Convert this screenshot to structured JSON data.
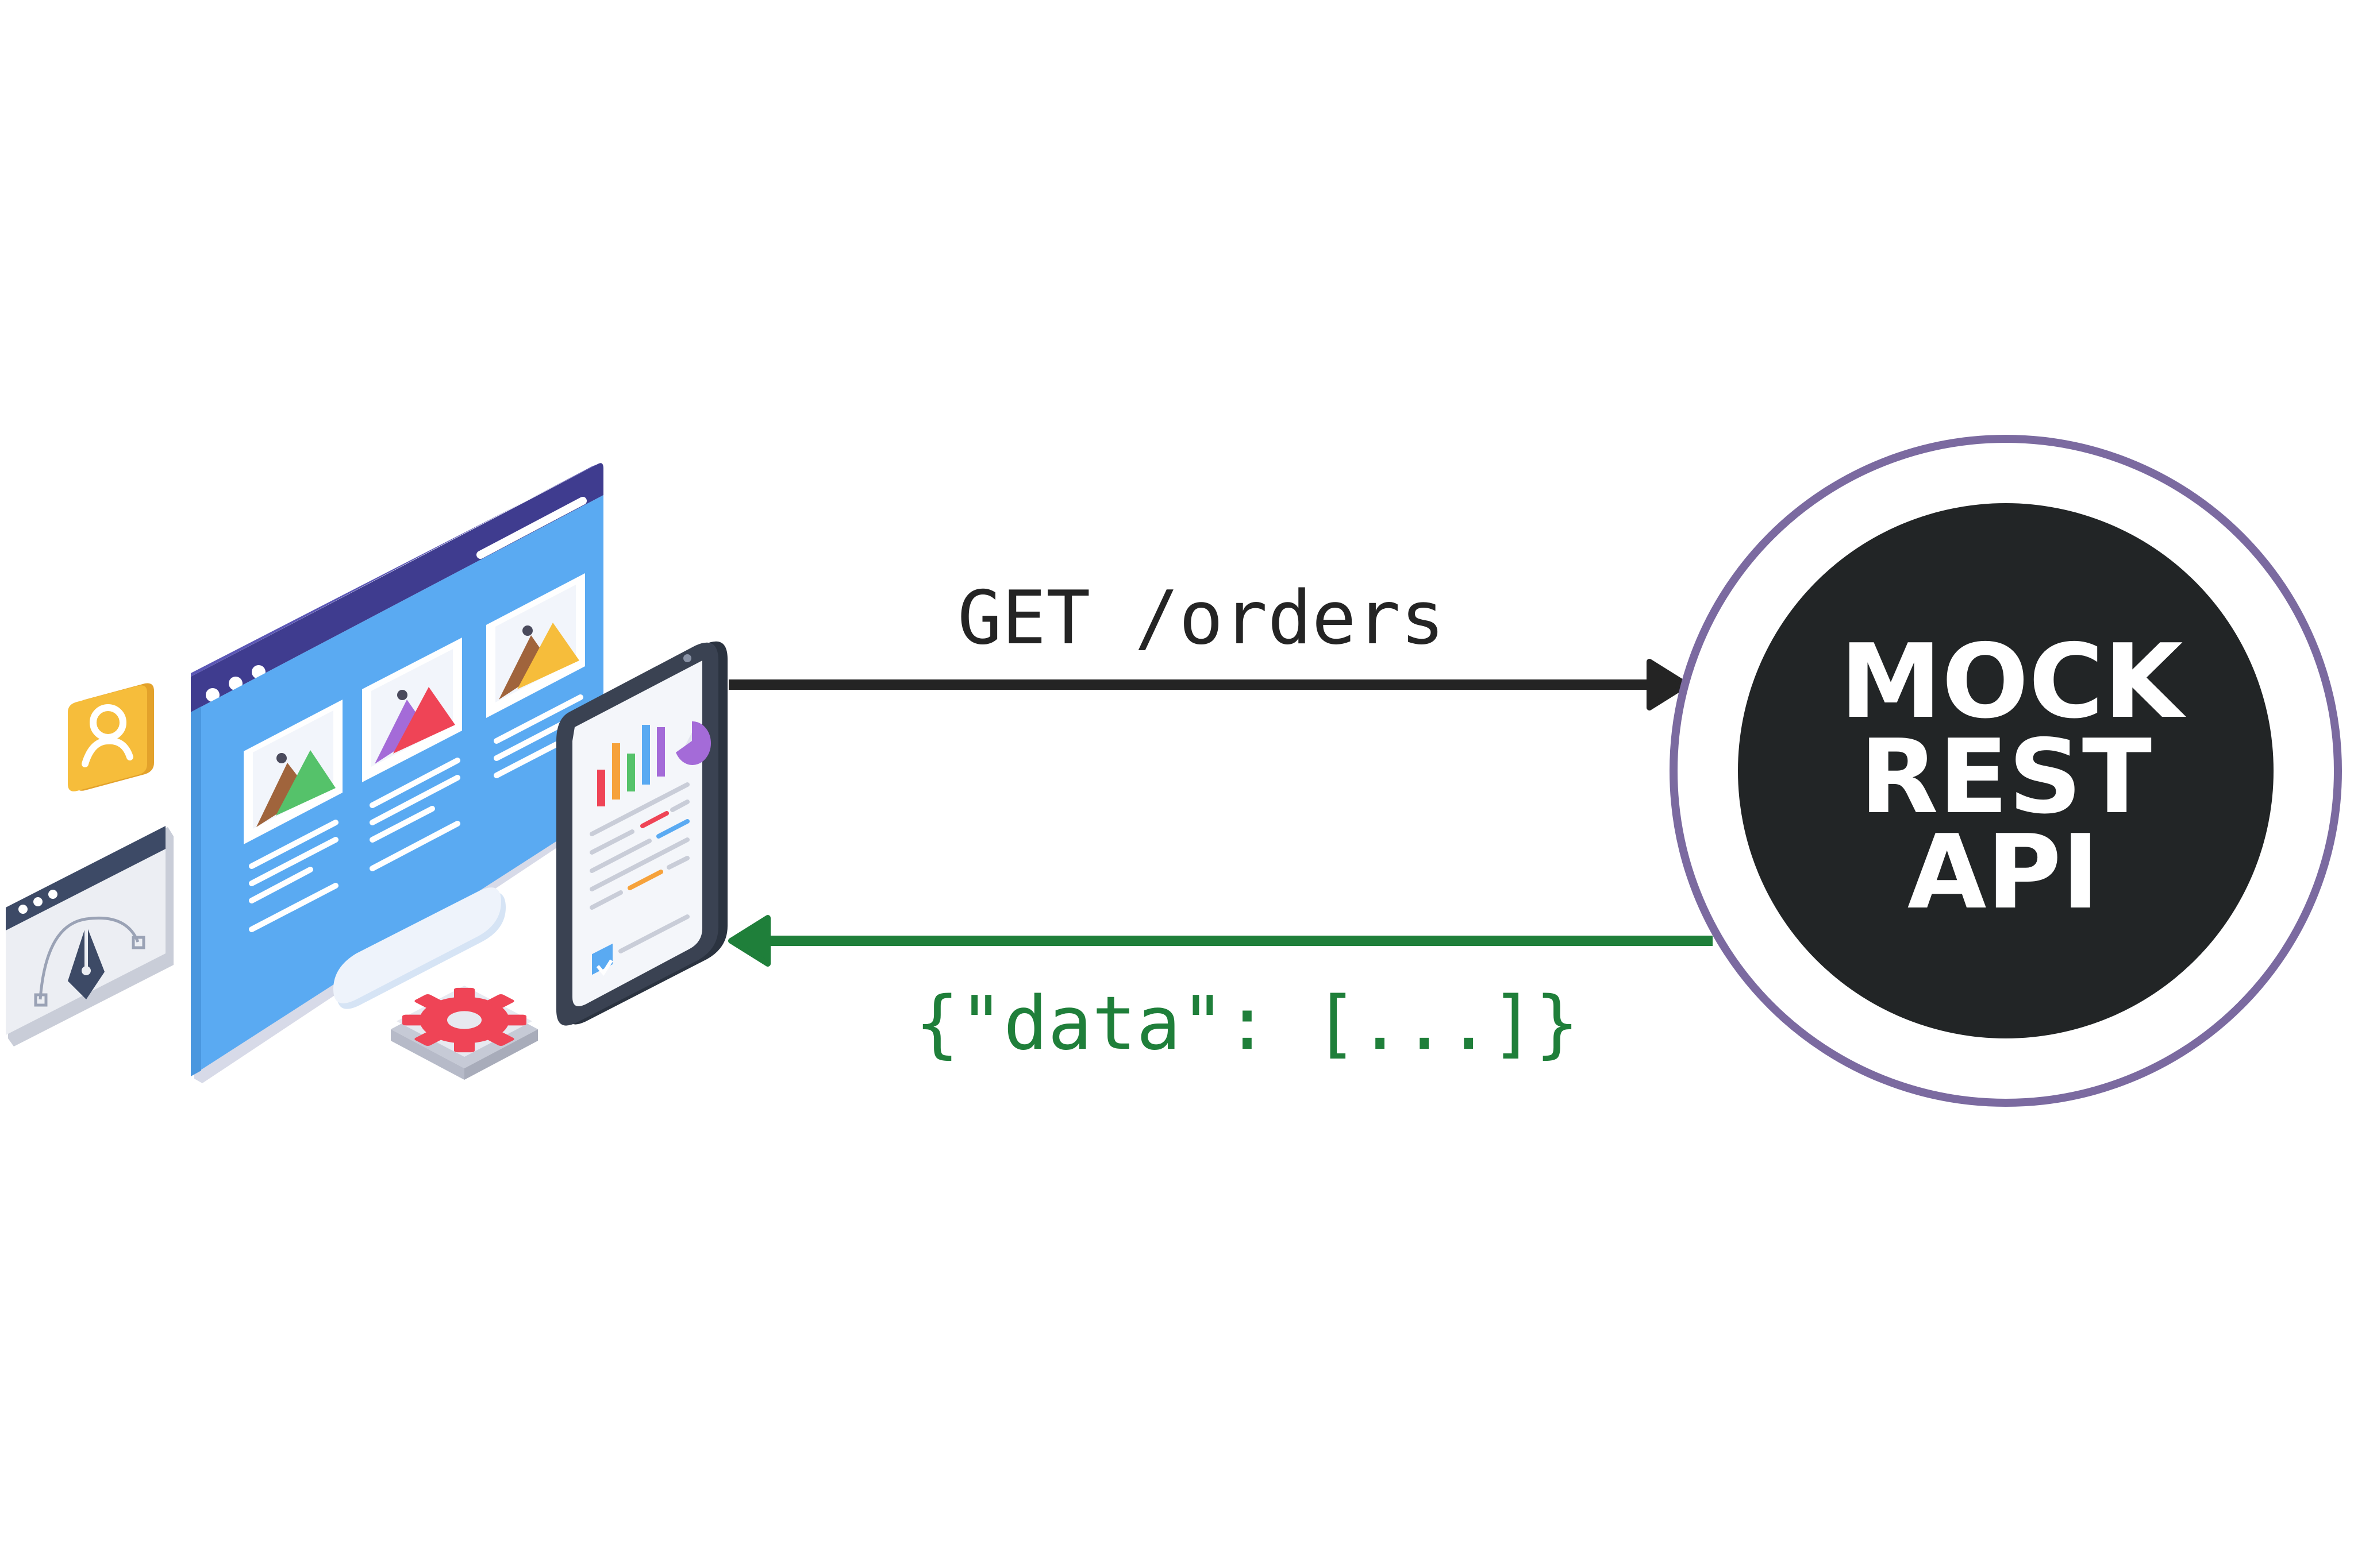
{
  "diagram": {
    "request": {
      "label": "GET /orders",
      "color": "#242424"
    },
    "response": {
      "label": "{\"data\": [...]}",
      "color": "#1f7f3a"
    },
    "server": {
      "lines": [
        "MOCK",
        "REST",
        "API"
      ],
      "fill": "#222526",
      "ring_color": "#7b6aa0",
      "text_color": "#ffffff"
    },
    "client": {
      "description_icons": [
        "browser-window-icon",
        "smartphone-icon",
        "user-badge-icon",
        "vector-editor-window-icon",
        "gear-icon"
      ],
      "colors": {
        "screen_blue": "#5aaaf2",
        "frame_purple": "#3f3c8f",
        "user_badge": "#f6bd3b",
        "gear_red": "#ef4456"
      }
    }
  }
}
